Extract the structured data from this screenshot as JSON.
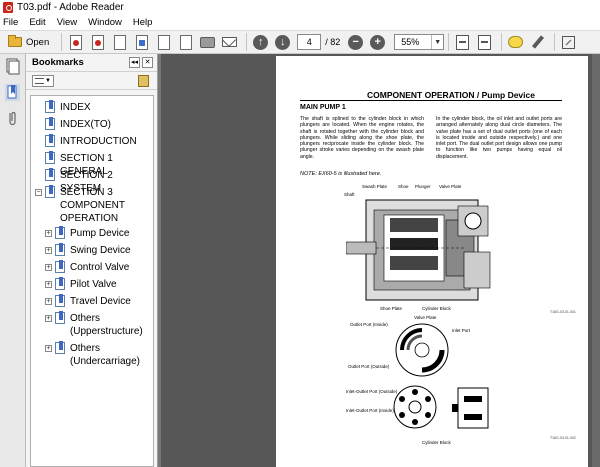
{
  "window": {
    "title": "T03.pdf - Adobe Reader"
  },
  "menu": [
    "File",
    "Edit",
    "View",
    "Window",
    "Help"
  ],
  "toolbar": {
    "open_label": "Open",
    "page_current": "4",
    "page_total": "/ 82",
    "zoom": "55%"
  },
  "bookmarks": {
    "title": "Bookmarks",
    "items": [
      {
        "label": "INDEX",
        "level": 0,
        "expander": ""
      },
      {
        "label": "INDEX(TO)",
        "level": 0,
        "expander": ""
      },
      {
        "label": "INTRODUCTION",
        "level": 0,
        "expander": ""
      },
      {
        "label": "SECTION 1 GENERAL",
        "level": 0,
        "expander": ""
      },
      {
        "label": "SECTION 2 SYSTEM",
        "level": 0,
        "expander": ""
      },
      {
        "label": "SECTION 3 COMPONENT OPERATION",
        "level": 0,
        "expander": "−"
      },
      {
        "label": "Pump Device",
        "level": 1,
        "expander": "+"
      },
      {
        "label": "Swing Device",
        "level": 1,
        "expander": "+"
      },
      {
        "label": "Control Valve",
        "level": 1,
        "expander": "+"
      },
      {
        "label": "Pilot Valve",
        "level": 1,
        "expander": "+"
      },
      {
        "label": "Travel Device",
        "level": 1,
        "expander": "+"
      },
      {
        "label": "Others (Upperstructure)",
        "level": 1,
        "expander": "+"
      },
      {
        "label": "Others (Undercarriage)",
        "level": 1,
        "expander": "+"
      }
    ]
  },
  "document": {
    "header": "COMPONENT OPERATION / Pump Device",
    "section": "MAIN PUMP 1",
    "col1": "The shaft is splined to the cylinder block in which plungers are located. When the engine rotates, the shaft is rotated together with the cylinder block and plungers. While sliding along the shoe plate, the plungers reciprocate inside the cylinder block. The plunger stroke varies depending on the swash plate angle.",
    "col2": "In the cylinder block, the oil inlet and outlet ports are arranged alternately along dual circle diameters. The valve plate has a set of dual outlet ports (one of each is located inside and outside respectively.) and one inlet port. The dual outlet port design allows one pump to function like two pumps having equal oil displacement.",
    "note": "NOTE: EX60-5 is illustrated here.",
    "fig1_labels": {
      "swash_plate": "Swash Plate",
      "shoe": "Shoe",
      "plunger": "Plunger",
      "valve_plate": "Valve Plate",
      "shaft": "Shaft",
      "shoe_plate": "Shoe Plate",
      "cylinder_block": "Cylinder Block",
      "fig_id": "T16G-03-01-001"
    },
    "fig2_labels": {
      "valve_plate": "Valve Plate",
      "outlet_inside": "Outlet Port (Inside)",
      "inlet_port": "Inlet Port",
      "outlet_outside": "Outlet Port (Outside)",
      "io_outside": "Inlet-Outlet Port (Outside)",
      "io_inside": "Inlet-Outlet Port (Inside)",
      "cylinder_block": "Cylinder Block",
      "fig_id": "T16G-03-01-002"
    }
  }
}
